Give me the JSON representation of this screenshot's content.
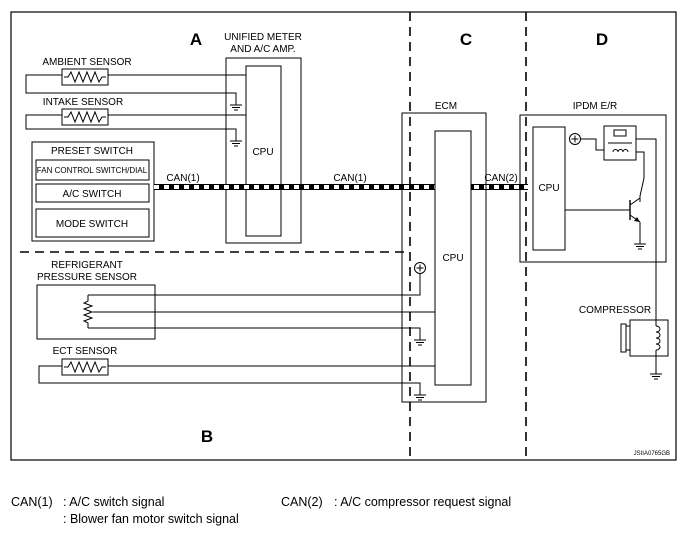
{
  "zones": {
    "a": "A",
    "b": "B",
    "c": "C",
    "d": "D"
  },
  "modules": {
    "unified_meter_line1": "UNIFIED METER",
    "unified_meter_line2": "AND A/C AMP.",
    "meter_cpu": "CPU",
    "ecm": "ECM",
    "ecm_cpu": "CPU",
    "ipdm": "IPDM E/R",
    "ipdm_cpu": "CPU"
  },
  "sensors": {
    "ambient": "AMBIENT SENSOR",
    "intake": "INTAKE SENSOR",
    "refrigerant_line1": "REFRIGERANT",
    "refrigerant_line2": "PRESSURE SENSOR",
    "ect": "ECT SENSOR",
    "compressor": "COMPRESSOR"
  },
  "preset_switch": {
    "title": "PRESET SWITCH",
    "fan_control": "FAN CONTROL SWITCH/DIAL",
    "ac_switch": "A/C SWITCH",
    "mode_switch": "MODE SWITCH"
  },
  "can_labels": {
    "can1_left": "CAN(1)",
    "can1_mid": "CAN(1)",
    "can2": "CAN(2)"
  },
  "code": "JSIIA0765GB",
  "legend": {
    "can1_key": "CAN(1)",
    "can1_desc1": ": A/C switch signal",
    "can1_desc2": ": Blower fan motor switch signal",
    "can2_key": "CAN(2)",
    "can2_desc": ": A/C compressor request signal"
  }
}
